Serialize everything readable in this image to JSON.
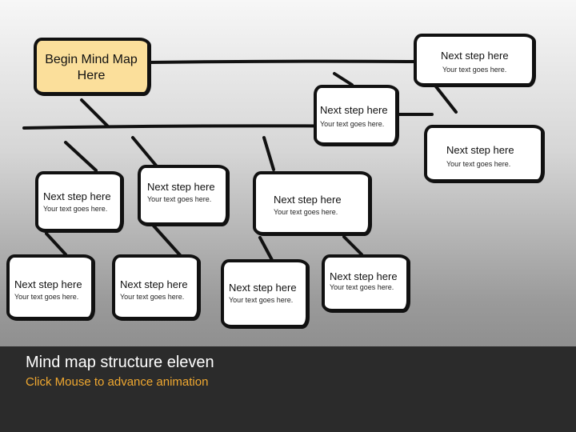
{
  "root": {
    "label": "Begin Mind Map Here"
  },
  "nodes": [
    {
      "id": "n1",
      "title": "Next step here",
      "text": "Your text goes here."
    },
    {
      "id": "n2",
      "title": "Next step here",
      "text": "Your text goes here."
    },
    {
      "id": "n3",
      "title": "Next step here",
      "text": "Your text goes here."
    },
    {
      "id": "n4",
      "title": "Next step here",
      "text": "Your text goes here."
    },
    {
      "id": "n5",
      "title": "Next step here",
      "text": "Your text goes here."
    },
    {
      "id": "n6",
      "title": "Next step here",
      "text": "Your text goes here."
    },
    {
      "id": "n7",
      "title": "Next step here",
      "text": "Your text goes here."
    },
    {
      "id": "n8",
      "title": "Next step here",
      "text": "Your text goes here."
    },
    {
      "id": "n9",
      "title": "Next step here",
      "text": "Your text goes here."
    },
    {
      "id": "n10",
      "title": "Next step here",
      "text": "Your text goes here."
    }
  ],
  "footer": {
    "title": "Mind map structure eleven",
    "subtitle": "Click Mouse to advance animation"
  },
  "colors": {
    "root_fill": "#fbdf9b",
    "node_fill": "#ffffff",
    "outline": "#111111",
    "footer_bg": "#2b2b2b",
    "footer_accent": "#f0a830"
  }
}
